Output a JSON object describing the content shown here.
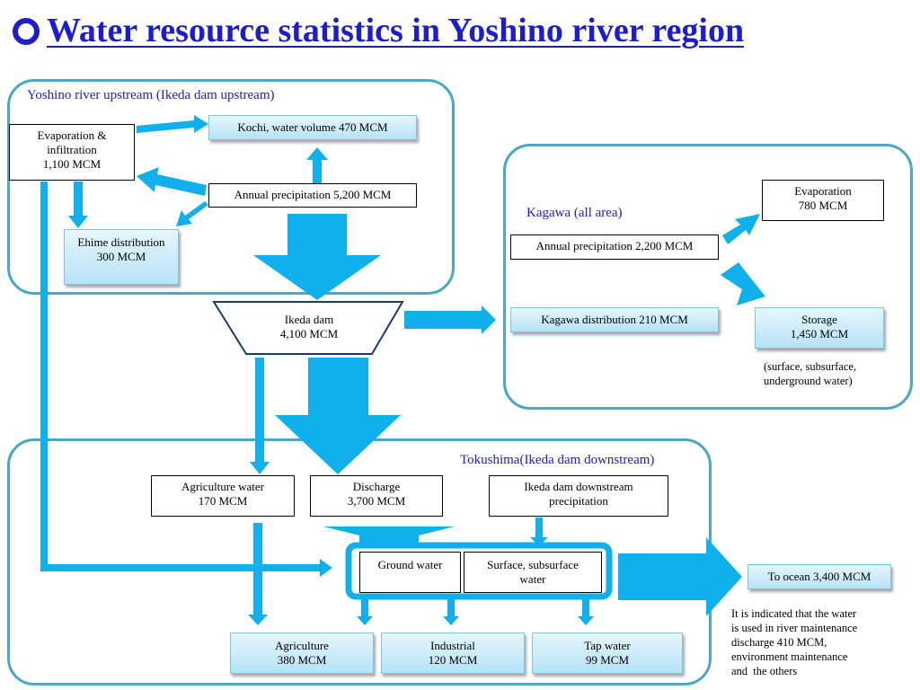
{
  "title": "Water resource statistics in Yoshino river region",
  "regions": {
    "upstream_label": "Yoshino river upstream (Ikeda dam upstream)",
    "kagawa_label": "Kagawa (all area)",
    "tokushima_label": "Tokushima(Ikeda dam downstream)"
  },
  "nodes": {
    "kochi": "Kochi, water volume 470 MCM",
    "evap_upstream": [
      "Evaporation &",
      "infiltration",
      "1,100 MCM"
    ],
    "annual_precip_upstream": "Annual precipitation 5,200 MCM",
    "ehime": [
      "Ehime distribution",
      "300 MCM"
    ],
    "ikeda_dam": [
      "Ikeda dam",
      "4,100 MCM"
    ],
    "kagawa_precip": "Annual precipitation 2,200 MCM",
    "kagawa_evap": [
      "Evaporation",
      "780 MCM"
    ],
    "kagawa_distribution": "Kagawa distribution 210 MCM",
    "storage": [
      "Storage",
      "1,450 MCM"
    ],
    "storage_note": [
      "(surface, subsurface,",
      "underground water)"
    ],
    "agriculture_water": [
      "Agriculture water",
      "170 MCM"
    ],
    "discharge": [
      "Discharge",
      "3,700 MCM"
    ],
    "downstream_precip": [
      "Ikeda dam downstream",
      "precipitation"
    ],
    "ground_water": "Ground water",
    "surface_water": [
      "Surface, subsurface",
      "water"
    ],
    "to_ocean": "To ocean 3,400 MCM",
    "agriculture": [
      "Agriculture",
      "380 MCM"
    ],
    "industrial": [
      "Industrial",
      "120 MCM"
    ],
    "tap_water": [
      "Tap water",
      "99 MCM"
    ],
    "ocean_note": [
      "It is indicated that the water",
      "is used in river maintenance",
      "discharge 410 MCM,",
      "environment maintenance",
      "and  the others"
    ]
  },
  "colors": {
    "arrow": "#0fb0ec",
    "region_border": "#4aa8c4",
    "title": "#1c1cd0"
  }
}
